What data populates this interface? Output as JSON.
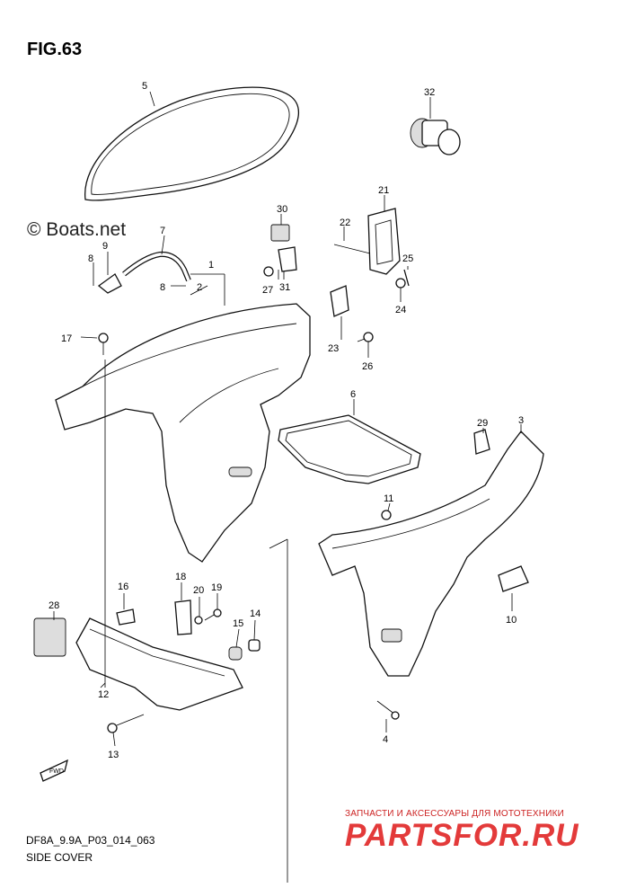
{
  "figure": {
    "title": "FIG.63",
    "copyright": "© Boats.net",
    "footer_code": "DF8A_9.9A_P03_014_063",
    "footer_name": "SIDE COVER",
    "watermark_text": "ЗАПЧАСТИ И АКСЕССУАРЫ ДЛЯ МОТОТЕХНИКИ",
    "watermark_logo": "PARTSFOR.RU",
    "direction_label": "FWD"
  },
  "parts": [
    {
      "id": "p1",
      "label": "1"
    },
    {
      "id": "p2",
      "label": "2"
    },
    {
      "id": "p3",
      "label": "3"
    },
    {
      "id": "p4",
      "label": "4"
    },
    {
      "id": "p5",
      "label": "5"
    },
    {
      "id": "p6",
      "label": "6"
    },
    {
      "id": "p7",
      "label": "7"
    },
    {
      "id": "p8a",
      "label": "8"
    },
    {
      "id": "p8b",
      "label": "8"
    },
    {
      "id": "p9",
      "label": "9"
    },
    {
      "id": "p10",
      "label": "10"
    },
    {
      "id": "p11",
      "label": "11"
    },
    {
      "id": "p12",
      "label": "12"
    },
    {
      "id": "p13",
      "label": "13"
    },
    {
      "id": "p14",
      "label": "14"
    },
    {
      "id": "p15",
      "label": "15"
    },
    {
      "id": "p16",
      "label": "16"
    },
    {
      "id": "p17",
      "label": "17"
    },
    {
      "id": "p18",
      "label": "18"
    },
    {
      "id": "p19",
      "label": "19"
    },
    {
      "id": "p20",
      "label": "20"
    },
    {
      "id": "p21",
      "label": "21"
    },
    {
      "id": "p22",
      "label": "22"
    },
    {
      "id": "p23",
      "label": "23"
    },
    {
      "id": "p24",
      "label": "24"
    },
    {
      "id": "p25",
      "label": "25"
    },
    {
      "id": "p26",
      "label": "26"
    },
    {
      "id": "p27",
      "label": "27"
    },
    {
      "id": "p28",
      "label": "28"
    },
    {
      "id": "p29",
      "label": "29"
    },
    {
      "id": "p30",
      "label": "30"
    },
    {
      "id": "p31",
      "label": "31"
    },
    {
      "id": "p32",
      "label": "32"
    }
  ]
}
